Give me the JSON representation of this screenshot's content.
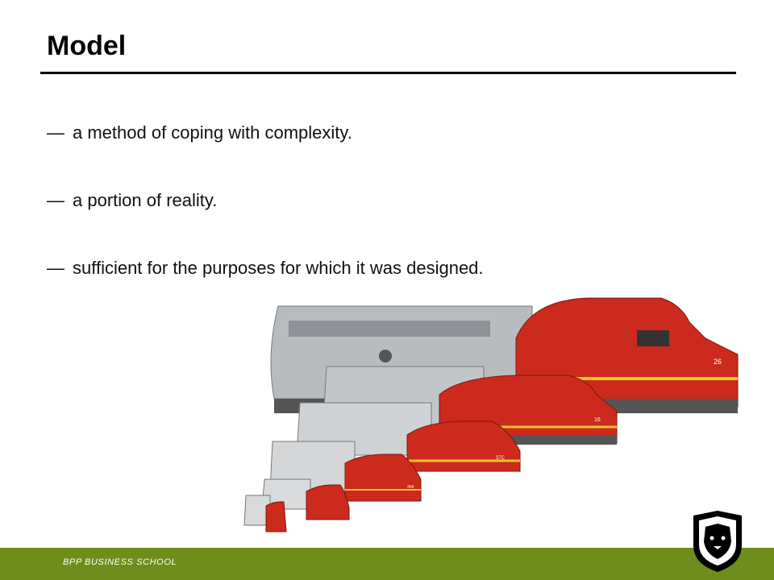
{
  "slide": {
    "title": "Model",
    "bullets": [
      {
        "dash": "—",
        "text": "a method of coping with complexity."
      },
      {
        "dash": "—",
        "text": "a portion of reality."
      },
      {
        "dash": "—",
        "text": "sufficient for the purposes for which it was designed."
      }
    ]
  },
  "image": {
    "subject": "model-trains-icon",
    "locomotive_numbers": [
      "26",
      "16",
      "37C",
      "304"
    ]
  },
  "footer": {
    "label": "BPP BUSINESS SCHOOL",
    "logo_icon": "lion-shield-icon"
  },
  "colors": {
    "footer_bar": "#6f8d1a",
    "locomotive_red": "#cc2a1c",
    "locomotive_silver": "#b8bcbf",
    "stripe_yellow": "#f2c230"
  }
}
